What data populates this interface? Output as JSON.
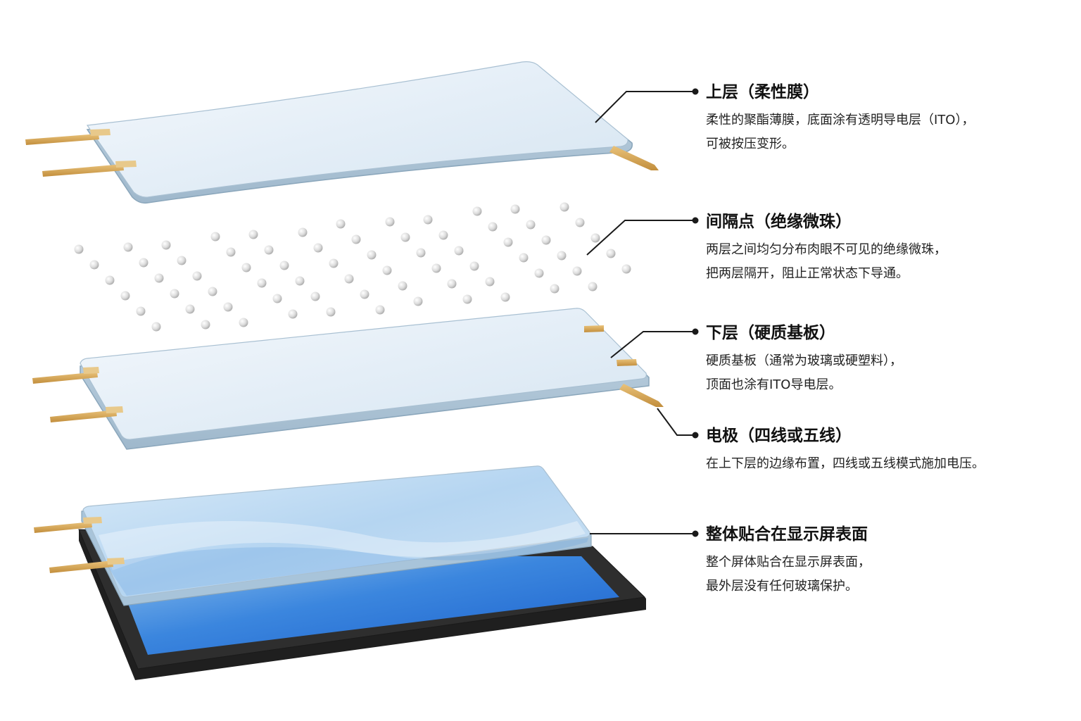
{
  "layers": {
    "top": {
      "title": "上层（柔性膜）",
      "desc": [
        "柔性的聚酯薄膜，底面涂有透明导电层（ITO），",
        "可被按压变形。"
      ]
    },
    "spacer": {
      "title": "间隔点（绝缘微珠）",
      "desc": [
        "两层之间均匀分布肉眼不可见的绝缘微珠，",
        "把两层隔开，阻止正常状态下导通。"
      ]
    },
    "bottom": {
      "title": "下层（硬质基板）",
      "desc": [
        "硬质基板（通常为玻璃或硬塑料），",
        "顶面也涂有ITO导电层。"
      ]
    },
    "electrode": {
      "title": "电极（四线或五线）",
      "desc": [
        "在上下层的边缘布置，四线或五线模式施加电压。"
      ]
    },
    "mount": {
      "title": "整体贴合在显示屏表面",
      "desc": [
        "整个屏体贴合在显示屏表面，",
        "最外层没有任何玻璃保护。"
      ]
    }
  },
  "colors": {
    "glass_fill": "#e6f0f8",
    "glass_edge": "#9fb8cc",
    "electrode": "#d9a857",
    "bead": "#d8d8d8",
    "screen_blue": "#1e6fd9",
    "bezel": "#2b2b2b",
    "leader_line": "#1a1a1a"
  }
}
